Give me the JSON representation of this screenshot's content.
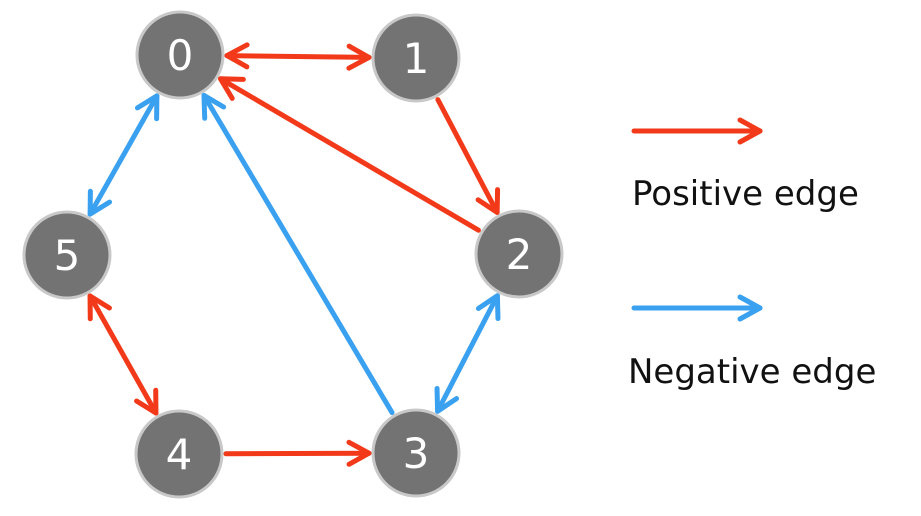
{
  "colors": {
    "positive": "#f23a1a",
    "negative": "#3aa0f0",
    "node_fill": "#737373",
    "node_stroke": "#c8c8c8",
    "node_text": "#ffffff"
  },
  "nodes": [
    {
      "id": "0",
      "label": "0"
    },
    {
      "id": "1",
      "label": "1"
    },
    {
      "id": "2",
      "label": "2"
    },
    {
      "id": "3",
      "label": "3"
    },
    {
      "id": "4",
      "label": "4"
    },
    {
      "id": "5",
      "label": "5"
    }
  ],
  "edges": [
    {
      "from": "0",
      "to": "1",
      "sign": "positive",
      "bidirectional": true
    },
    {
      "from": "1",
      "to": "2",
      "sign": "positive",
      "bidirectional": false
    },
    {
      "from": "2",
      "to": "0",
      "sign": "positive",
      "bidirectional": false
    },
    {
      "from": "4",
      "to": "3",
      "sign": "positive",
      "bidirectional": false
    },
    {
      "from": "5",
      "to": "4",
      "sign": "positive",
      "bidirectional": true
    },
    {
      "from": "0",
      "to": "5",
      "sign": "negative",
      "bidirectional": true
    },
    {
      "from": "3",
      "to": "0",
      "sign": "negative",
      "bidirectional": false
    },
    {
      "from": "2",
      "to": "3",
      "sign": "negative",
      "bidirectional": true
    }
  ],
  "legend": {
    "positive_label": "Positive edge",
    "negative_label": "Negative edge"
  }
}
